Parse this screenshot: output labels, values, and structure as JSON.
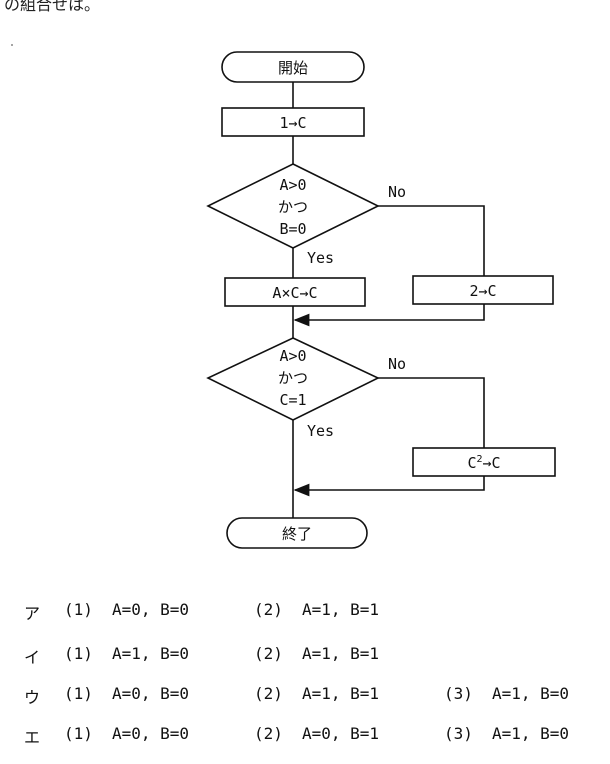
{
  "header_fragment": "の組合せは。",
  "flowchart": {
    "start": "開始",
    "init": "1→C",
    "cond1": [
      "A>0",
      "かつ",
      "B=0"
    ],
    "cond1_yes": "Yes",
    "cond1_no": "No",
    "proc_yes1": "A×C→C",
    "proc_no1": "2→C",
    "cond2": [
      "A>0",
      "かつ",
      "C=1"
    ],
    "cond2_yes": "Yes",
    "cond2_no": "No",
    "proc_no2_base": "C",
    "proc_no2_sup": "2",
    "proc_no2_tail": "→C",
    "end": "終了"
  },
  "options": [
    {
      "label": "ア",
      "c1_num": "(1)",
      "c1": "A=0, B=0",
      "c2_num": "(2)",
      "c2": "A=1, B=1",
      "c3_num": "",
      "c3": ""
    },
    {
      "label": "イ",
      "c1_num": "(1)",
      "c1": "A=1, B=0",
      "c2_num": "(2)",
      "c2": "A=1, B=1",
      "c3_num": "",
      "c3": ""
    },
    {
      "label": "ウ",
      "c1_num": "(1)",
      "c1": "A=0, B=0",
      "c2_num": "(2)",
      "c2": "A=1, B=1",
      "c3_num": "(3)",
      "c3": "A=1, B=0"
    },
    {
      "label": "エ",
      "c1_num": "(1)",
      "c1": "A=0, B=0",
      "c2_num": "(2)",
      "c2": "A=0, B=1",
      "c3_num": "(3)",
      "c3": "A=1, B=0"
    }
  ]
}
